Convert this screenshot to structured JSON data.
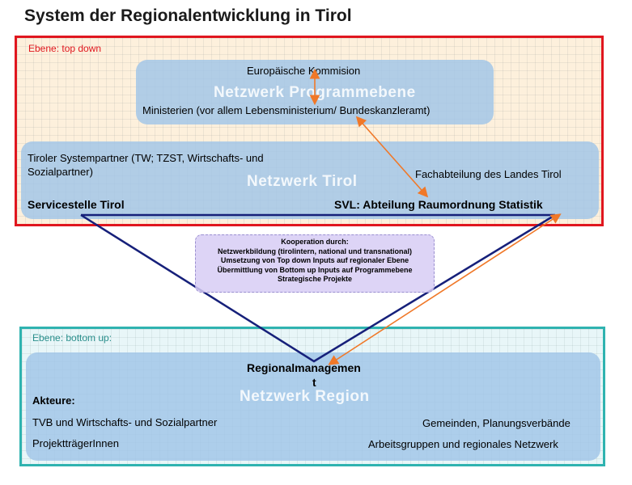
{
  "title": "System der Regionalentwicklung in Tirol",
  "top_level": {
    "label": "Ebene: top down",
    "program_panel": {
      "commission": "Europäische Kommision",
      "watermark": "Netzwerk Programmebene",
      "ministries": "Ministerien (vor allem Lebensministerium/ Bundeskanzleramt)"
    },
    "tirol_panel": {
      "partners_line1": "Tiroler Systempartner (TW; TZST, Wirtschafts- und",
      "partners_line2": "Sozialpartner)",
      "watermark": "Netzwerk Tirol",
      "department": "Fachabteilung des Landes Tirol",
      "service_office": "Servicestelle Tirol",
      "svl": "SVL: Abteilung Raumordnung Statistik"
    }
  },
  "cooperation": {
    "heading": "Kooperation durch:",
    "lines": [
      "Netzwerkbildung (tirolintern, national und transnational)",
      "Umsetzung von Top down Inputs auf regionaler Ebene",
      "Übermittlung von Bottom up Inputs auf Programmebene",
      "Strategische Projekte"
    ]
  },
  "bottom_level": {
    "label": "Ebene: bottom up:",
    "region_panel": {
      "management_line1": "Regionalmanagemen",
      "management_line2": "t",
      "watermark": "Netzwerk Region",
      "actors": "Akteure:",
      "tvb": "TVB und Wirtschafts- und Sozialpartner",
      "sponsors": "ProjektträgerInnen",
      "municipalities": "Gemeinden, Planungsverbände",
      "working_groups": "Arbeitsgruppen und regionales Netzwerk"
    }
  },
  "colors": {
    "top_frame": "#e0161e",
    "bottom_frame": "#2fb3b0",
    "arrow": "#f07828",
    "triangle": "#16207a"
  }
}
